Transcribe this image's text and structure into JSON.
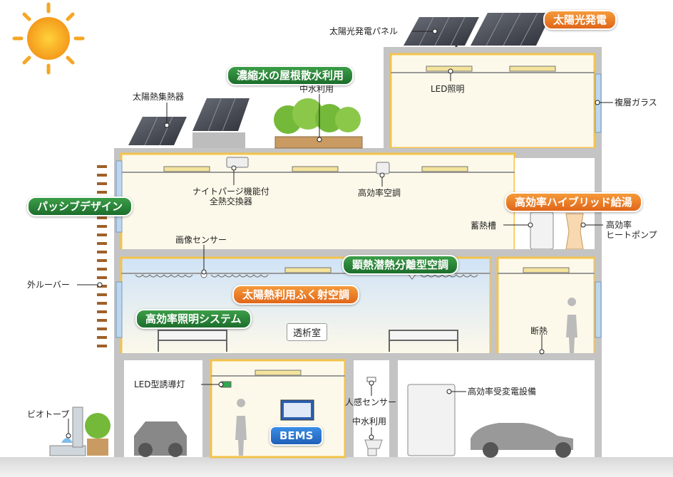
{
  "labels": {
    "solar_panel": "太陽光発電パネル",
    "solar_collector": "太陽熱集熱器",
    "graywater_use_top": "中水利用",
    "led_lighting": "LED照明",
    "double_glass": "複層ガラス",
    "night_purge": "ナイトパージ機能付\n全熱交換器",
    "high_eff_ac": "高効率空調",
    "storage_tank": "蓄熱槽",
    "heat_pump": "高効率\nヒートポンプ",
    "image_sensor": "画像センサー",
    "outer_louver": "外ルーバー",
    "dialysis_room": "透析室",
    "insulation": "断熱",
    "led_guide_light": "LED型誘導灯",
    "motion_sensor": "人感センサー",
    "graywater_use_bottom": "中水利用",
    "biotope": "ビオトープ",
    "substation": "高効率受変電設備"
  },
  "callouts": {
    "solar_power": "太陽光発電",
    "condensate": "濃縮水の屋根散水利用",
    "passive_design": "パッシブデザイン",
    "hybrid_water": "高効率ハイブリッド給湯",
    "sensible_latent": "顕熱潜熱分離型空調",
    "radiant": "太陽熱利用ふく射空調",
    "lighting_system": "高効率照明システム",
    "bems": "BEMS"
  },
  "colors": {
    "green_callout": "#2a8a3a",
    "orange_callout": "#ea7a24",
    "blue_callout": "#2b74cf",
    "floor_highlight": "#f3c34a",
    "room_fill": "#fdf9ea",
    "structure": "#c4c4c4",
    "louver": "#a0602a",
    "sun": "#f6a623"
  }
}
